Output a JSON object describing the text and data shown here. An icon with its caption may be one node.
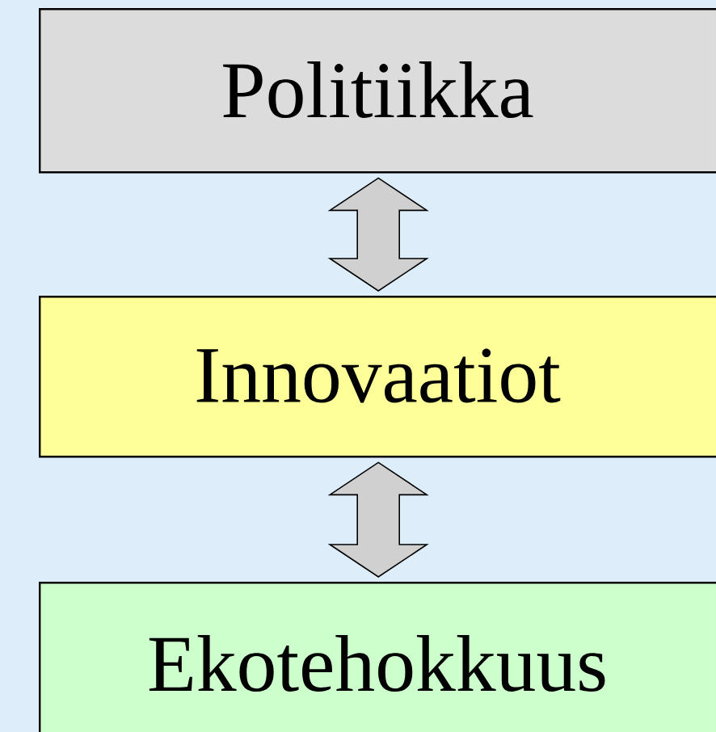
{
  "diagram": {
    "nodes": [
      {
        "text": [
          "Politiikka"
        ]
      },
      {
        "text": [
          "Innovaatiot"
        ]
      },
      {
        "text": [
          "Ekotehokkuus"
        ]
      }
    ],
    "edges": [
      {
        "from": 0,
        "to": 1,
        "arrow": "both"
      },
      {
        "from": 1,
        "to": 2,
        "arrow": "both"
      }
    ]
  }
}
